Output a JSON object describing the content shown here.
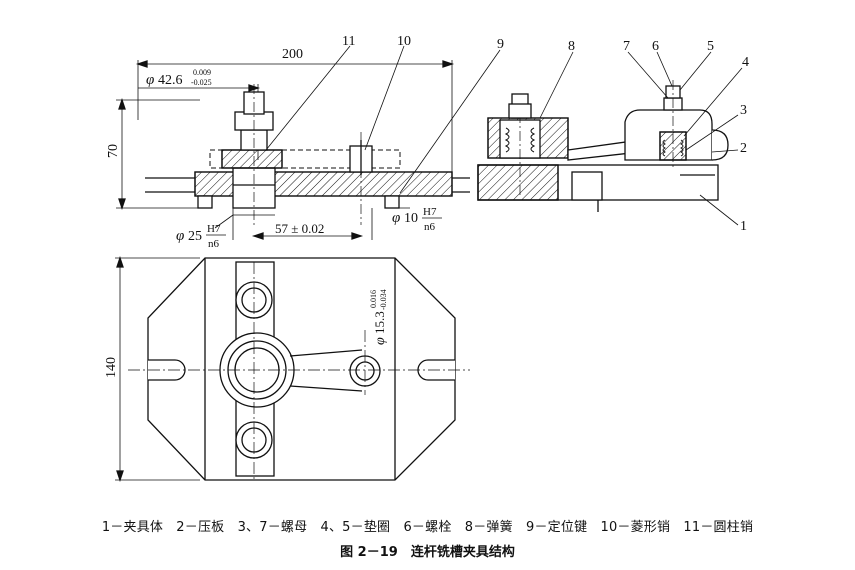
{
  "dims": {
    "width_200": "200",
    "height_70": "70",
    "height_140": "140",
    "phi": "φ",
    "dia_42_6": "42.6",
    "dia_42_6_upper": "0.009",
    "dia_42_6_lower": "-0.025",
    "dia_25": "25",
    "fit_h7": "H7",
    "fit_n6": "n6",
    "dia_10": "10",
    "center_dist": "57 ± 0.02",
    "dia_15_3": "15.3",
    "dia_15_3_upper": "0.016",
    "dia_15_3_lower": "-0.034"
  },
  "callouts": [
    "1",
    "2",
    "3",
    "4",
    "5",
    "6",
    "7",
    "8",
    "9",
    "10",
    "11"
  ],
  "legend": "1－夹具体　2－压板　3、7－螺母　4、5－垫圈　6－螺栓　8－弹簧　9－定位键　10－菱形销　11－圆柱销",
  "caption": "图 2－19　连杆铣槽夹具结构"
}
